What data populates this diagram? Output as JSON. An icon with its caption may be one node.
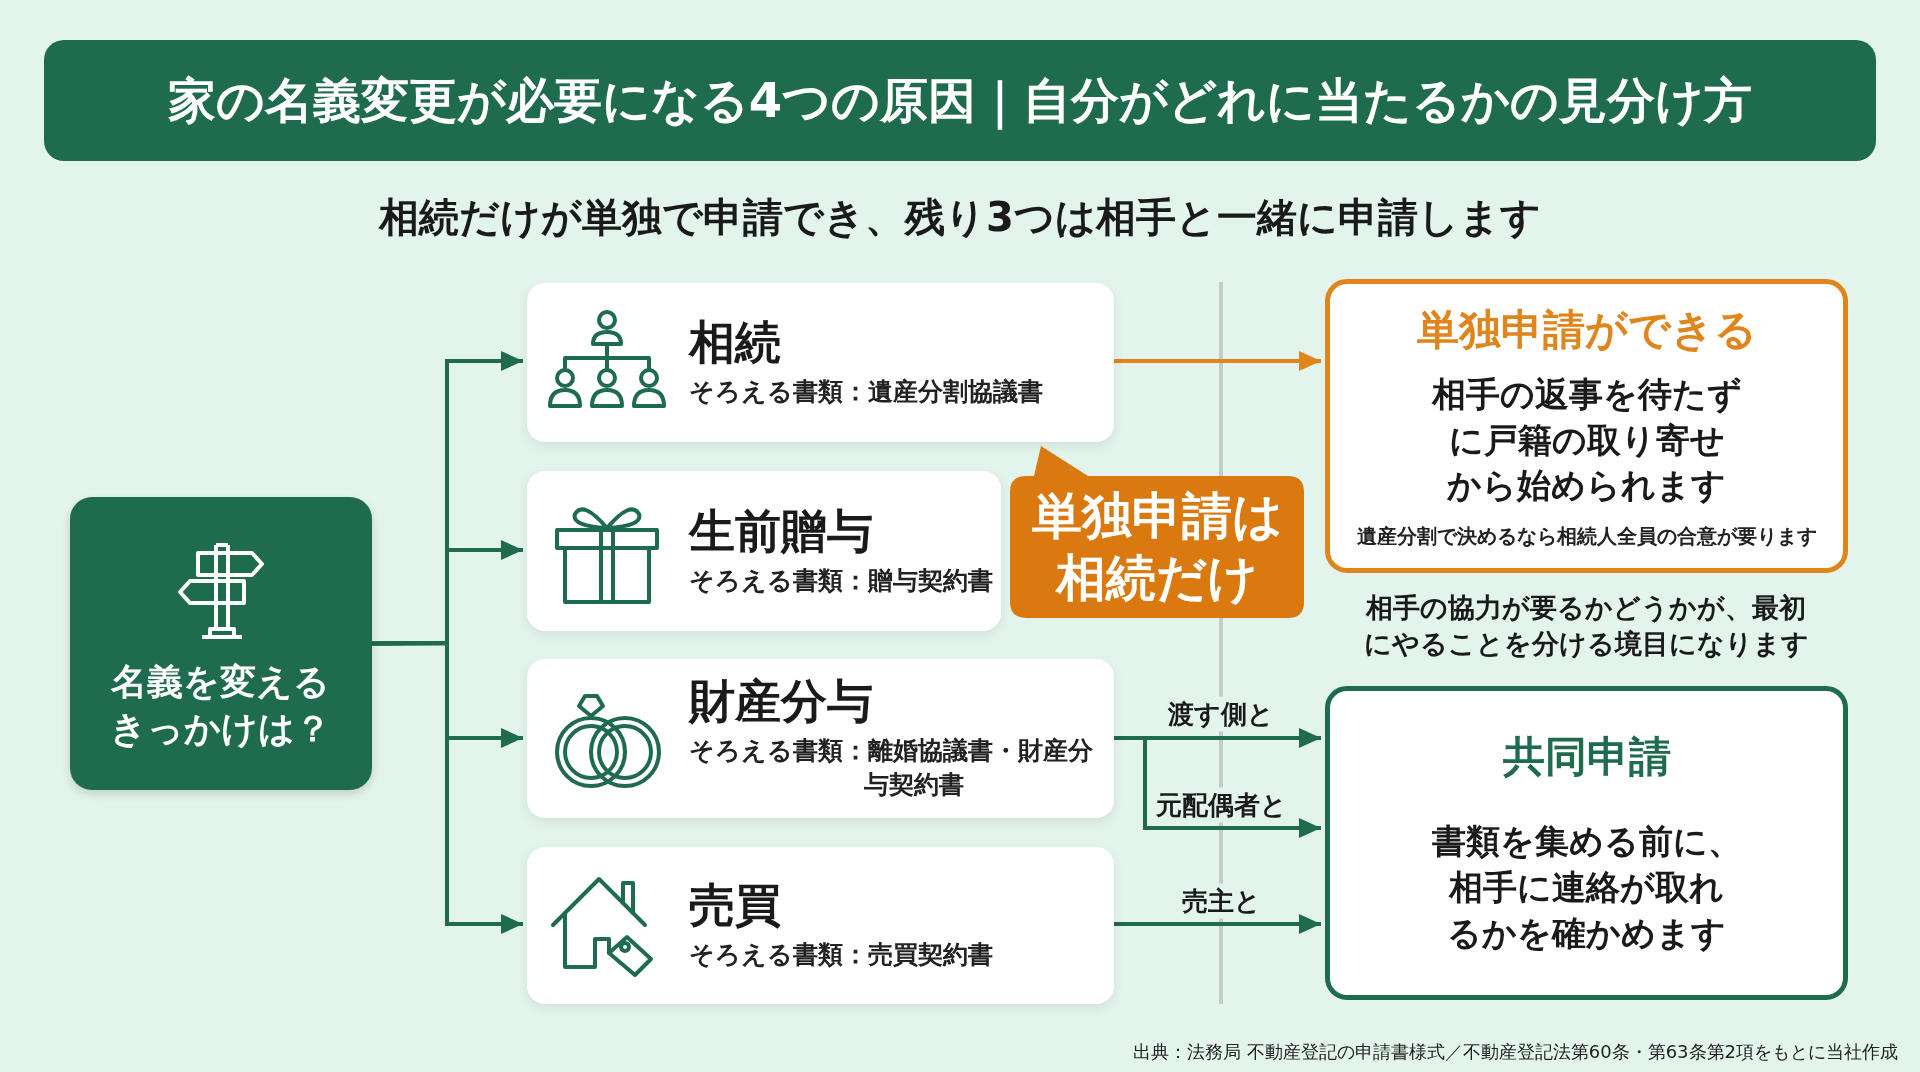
{
  "diagram": {
    "title": "家の名義変更が必要になる4つの原因｜自分がどれに当たるかの見分け方",
    "caption": "出典：法務局 不動産登記の申請書様式／不動産登記法第60条・第63条第2項をもとに当社作成",
    "nodes": [
      {
        "text": [
          "名義を変えるきっかけは？"
        ]
      },
      {
        "text": [
          "相続",
          "そろえる書類：遺産分割協議書"
        ]
      },
      {
        "text": [
          "生前贈与",
          "そろえる書類：贈与契約書"
        ]
      },
      {
        "text": [
          "財産分与",
          "そろえる書類：離婚協議書・財産分与契約書"
        ]
      },
      {
        "text": [
          "売買",
          "そろえる書類：売買契約書"
        ]
      },
      {
        "text": [
          "単独申請は相続だけ"
        ]
      },
      {
        "text": [
          "単独申請ができる",
          "相手の返事を待たずに戸籍の取り寄せから始められます",
          "遺産分割で決めるなら相続人全員の合意が要ります"
        ]
      },
      {
        "text": [
          "共同申請",
          "書類を集める前に、相手に連絡が取れるかを確かめます"
        ]
      }
    ],
    "edges": [
      {
        "from": 0,
        "to": 1,
        "arrow": "to"
      },
      {
        "from": 0,
        "to": 2,
        "arrow": "to"
      },
      {
        "from": 0,
        "to": 3,
        "arrow": "to"
      },
      {
        "from": 0,
        "to": 4,
        "arrow": "to"
      },
      {
        "from": 1,
        "to": 6,
        "arrow": "to",
        "color": "#e0841c"
      },
      {
        "from": 3,
        "to": 7,
        "arrow": "to",
        "label": "渡す側と"
      },
      {
        "from": 3,
        "to": 7,
        "arrow": "to",
        "label": "元配偶者と"
      },
      {
        "from": 4,
        "to": 7,
        "arrow": "to",
        "label": "売主と"
      }
    ],
    "labels": [
      "相続だけが単独で申請でき、残り3つは相手と一緒に申請します",
      "相手の協力が要るかどうかが、最初にやることを分ける境目になります"
    ]
  }
}
